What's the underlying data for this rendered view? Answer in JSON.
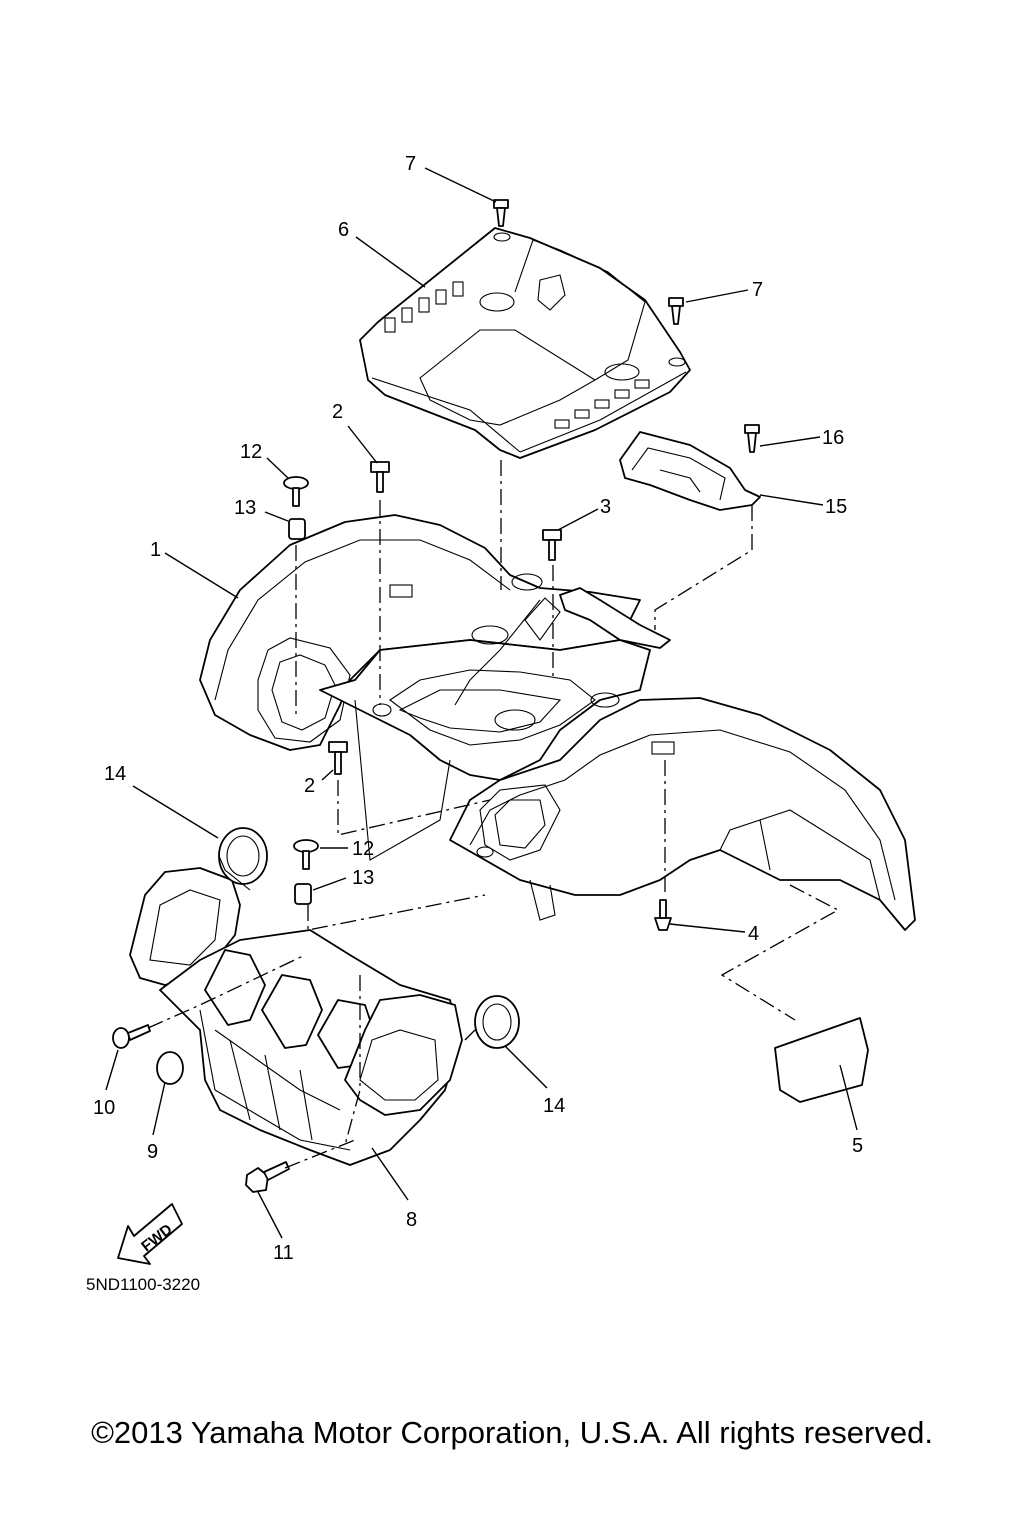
{
  "callouts": [
    {
      "id": "c7a",
      "text": "7"
    },
    {
      "id": "c6",
      "text": "6"
    },
    {
      "id": "c7b",
      "text": "7"
    },
    {
      "id": "c2a",
      "text": "2"
    },
    {
      "id": "c12a",
      "text": "12"
    },
    {
      "id": "c13a",
      "text": "13"
    },
    {
      "id": "c16",
      "text": "16"
    },
    {
      "id": "c3",
      "text": "3"
    },
    {
      "id": "c15",
      "text": "15"
    },
    {
      "id": "c1",
      "text": "1"
    },
    {
      "id": "c14a",
      "text": "14"
    },
    {
      "id": "c2b",
      "text": "2"
    },
    {
      "id": "c12b",
      "text": "12"
    },
    {
      "id": "c13b",
      "text": "13"
    },
    {
      "id": "c4",
      "text": "4"
    },
    {
      "id": "c10",
      "text": "10"
    },
    {
      "id": "c14b",
      "text": "14"
    },
    {
      "id": "c9",
      "text": "9"
    },
    {
      "id": "c5",
      "text": "5"
    },
    {
      "id": "c8",
      "text": "8"
    },
    {
      "id": "c11",
      "text": "11"
    }
  ],
  "fwd_label": "FWD",
  "diagram_code": "5ND1100-3220",
  "copyright": "©2013 Yamaha Motor Corporation, U.S.A. All rights reserved."
}
